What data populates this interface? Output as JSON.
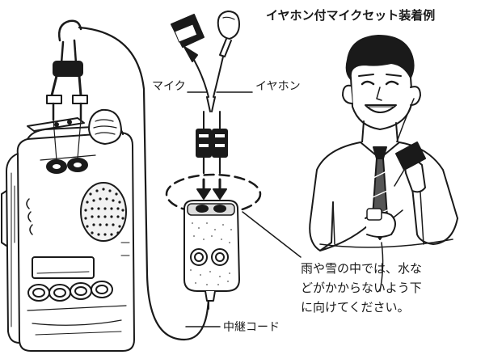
{
  "title": "イヤホン付マイクセット装着例",
  "labels": {
    "mic": "マイク",
    "earphone": "イヤホン",
    "relay_cord": "中継コード"
  },
  "note_lines": [
    "雨や雪の中では、水な",
    "どがかからないよう下",
    "に向けてください。"
  ]
}
